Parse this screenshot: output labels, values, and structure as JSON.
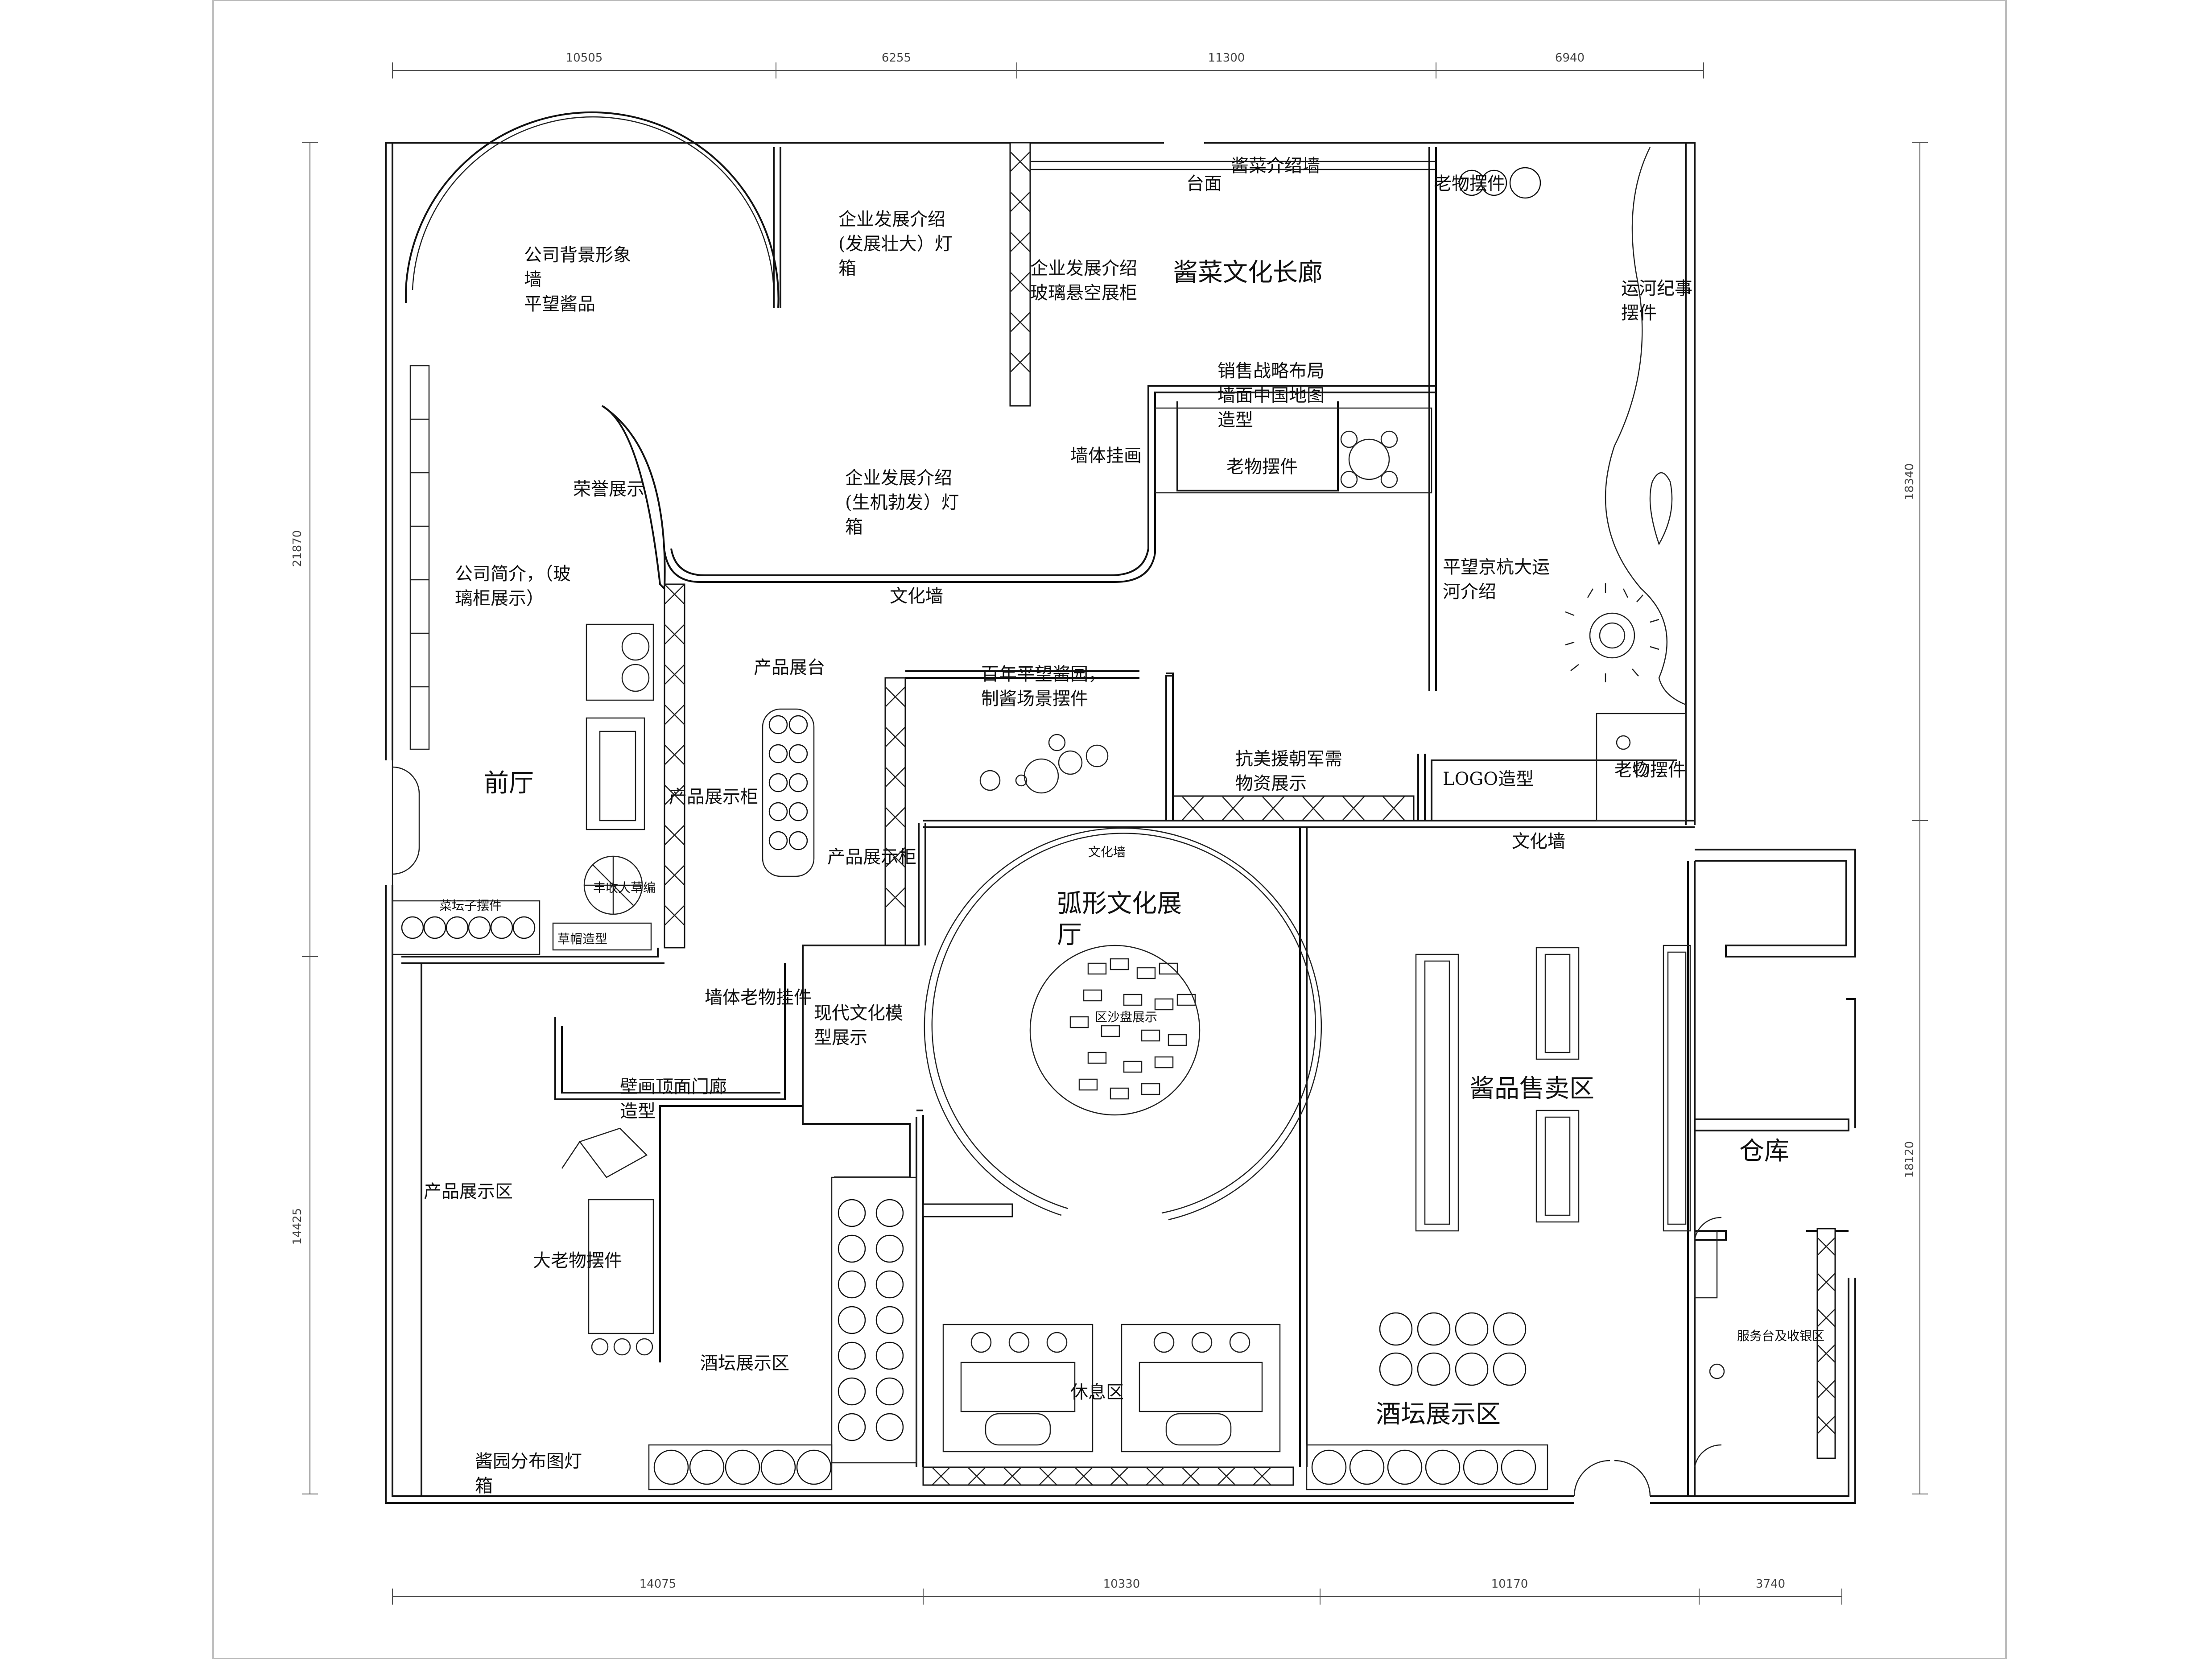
{
  "dimensions": {
    "top": [
      "10505",
      "6255",
      "11300",
      "6940"
    ],
    "bottom": [
      "14075",
      "10330",
      "10170",
      "3740"
    ],
    "left": [
      "21870",
      "14425"
    ],
    "right": [
      "18340",
      "18120"
    ]
  },
  "labels": {
    "company_background": "公司背景形象",
    "wall": "墙",
    "pingwang_sauce": "平望酱品",
    "enterprise_dev_1_line1": "企业发展介绍",
    "enterprise_dev_1_line2": "(发展壮大）灯",
    "enterprise_dev_1_line3": "箱",
    "enterprise_glass_line1": "企业发展介绍",
    "enterprise_glass_line2": "玻璃悬空展柜",
    "pickle_intro_wall": "酱菜介绍墙",
    "counter": "台面",
    "antique_top": "老物摆件",
    "pickle_gallery": "酱菜文化长廊",
    "canal_chronicle_line1": "运河纪事",
    "canal_chronicle_line2": "摆件",
    "sales_strategy_line1": "销售战略布局",
    "sales_strategy_line2": "墙面中国地图",
    "sales_strategy_line3": "造型",
    "wall_painting": "墙体挂画",
    "antique_mid": "老物摆件",
    "honor_display": "荣誉展示",
    "enterprise_dev_2_line1": "企业发展介绍",
    "enterprise_dev_2_line2": "(生机勃发）灯",
    "enterprise_dev_2_line3": "箱",
    "company_intro_line1": "公司简介，（玻",
    "company_intro_line2": "璃柜展示）",
    "culture_wall_1": "文化墙",
    "grand_canal_line1": "平望京杭大运",
    "grand_canal_line2": "河介绍",
    "product_stand": "产品展台",
    "century_garden_line1": "百年平望酱园，",
    "century_garden_line2": "制酱场景摆件",
    "lobby": "前厅",
    "product_cabinet_1": "产品展示柜",
    "product_cabinet_2": "产品展示柜",
    "korea_war_line1": "抗美援朝军需",
    "korea_war_line2": "物资展示",
    "logo": "LOGO造型",
    "antique_right": "老物摆件",
    "culture_wall_small": "文化墙",
    "culture_wall_2": "文化墙",
    "arc_hall_line1": "弧形文化展",
    "arc_hall_line2": "厅",
    "harvest_sculpture": "丰收大草编",
    "jar_piece": "菜坛子摆件",
    "grass_wall": "草帽造型",
    "sand_table": "区沙盘展示",
    "wall_antique": "墙体老物挂件",
    "modern_model_line1": "现代文化模",
    "modern_model_line2": "型展示",
    "mural_line1": "壁画顶面门廊",
    "mural_line2": "造型",
    "sauce_sales": "酱品售卖区",
    "warehouse": "仓库",
    "product_area": "产品展示区",
    "big_antique": "大老物摆件",
    "service_desk": "服务台及收银区",
    "jar_area_1": "酒坛展示区",
    "rest_area": "休息区",
    "jar_area_2": "酒坛展示区",
    "garden_map_line1": "酱园分布图灯",
    "garden_map_line2": "箱"
  }
}
